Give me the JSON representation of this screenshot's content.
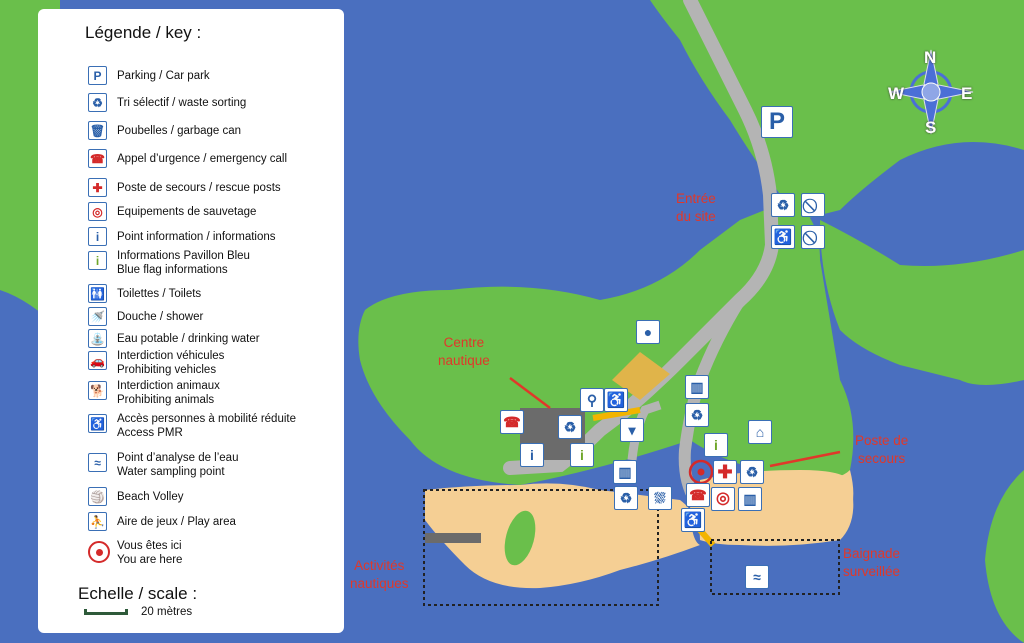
{
  "legend": {
    "title": "Légende / key :",
    "items": [
      {
        "icon": "parking-icon",
        "glyph": "P",
        "label": "Parking / Car park"
      },
      {
        "icon": "recycling-icon",
        "glyph": "♻",
        "label": "Tri sélectif / waste sorting"
      },
      {
        "icon": "garbage-can-icon",
        "glyph": "🗑",
        "label": "Poubelles / garbage can"
      },
      {
        "icon": "emergency-phone-icon",
        "glyph": "☎",
        "label": "Appel d’urgence / emergency call"
      },
      {
        "icon": "rescue-cross-icon",
        "glyph": "✚",
        "label": "Poste de secours / rescue posts"
      },
      {
        "icon": "lifebuoy-icon",
        "glyph": "◎",
        "label": "Equipements de sauvetage"
      },
      {
        "icon": "information-icon",
        "glyph": "i",
        "label": "Point information / informations"
      },
      {
        "icon": "blue-flag-info-icon",
        "glyph": "i",
        "label": "Informations Pavillon Bleu\nBlue flag informations"
      },
      {
        "icon": "toilets-icon",
        "glyph": "🚻",
        "label": "Toilettes / Toilets"
      },
      {
        "icon": "shower-icon",
        "glyph": "🚿",
        "label": "Douche / shower"
      },
      {
        "icon": "drinking-water-icon",
        "glyph": "⛲",
        "label": "Eau potable / drinking water"
      },
      {
        "icon": "no-vehicles-icon",
        "glyph": "🚗",
        "label": "Interdiction véhicules\nProhibiting vehicles"
      },
      {
        "icon": "no-animals-icon",
        "glyph": "🐕",
        "label": "Interdiction animaux\nProhibiting animals"
      },
      {
        "icon": "wheelchair-icon",
        "glyph": "♿",
        "label": "Accès personnes à mobilité réduite\nAccess PMR"
      },
      {
        "icon": "water-sampling-icon",
        "glyph": "≈",
        "label": "Point d’analyse de l’eau\nWater sampling point"
      },
      {
        "icon": "beach-volley-icon",
        "glyph": "🏐",
        "label": "Beach Volley"
      },
      {
        "icon": "playground-icon",
        "glyph": "⛹",
        "label": "Aire de jeux / Play area"
      },
      {
        "icon": "you-are-here-icon",
        "glyph": "",
        "label": "Vous êtes ici\nYou are here"
      }
    ]
  },
  "scale": {
    "title": "Echelle / scale :",
    "label": "20 mètres"
  },
  "compass": {
    "n": "N",
    "e": "E",
    "s": "S",
    "w": "W"
  },
  "map_labels": {
    "site_entrance": "Entrée\ndu site",
    "nautical_center": "Centre\nnautique",
    "rescue_post": "Poste de\nsecours",
    "nautical_activities": "Activités\nnautiques",
    "supervised_swimming": "Baignade\nsurveillée"
  },
  "colors": {
    "water": "#4a6fbf",
    "land": "#6abf4b",
    "sand": "#f5cf94",
    "road": "#b4b4b4",
    "label_red": "#e0382a",
    "icon_blue": "#3a6fb5"
  }
}
